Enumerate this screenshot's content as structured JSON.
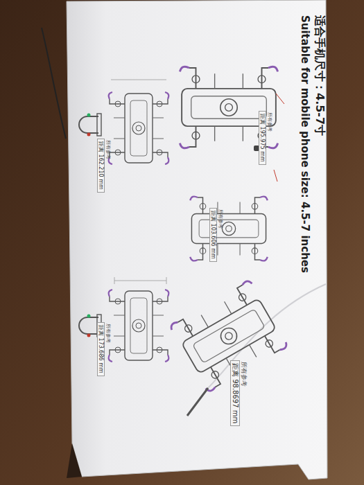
{
  "diagram": {
    "title": "适合手机尺寸：4.5-7寸",
    "labels": [
      "Suitable for mobile phone size: 4.5-7 inches",
      "所有参考",
      "距离 195.975 mm",
      "所有参考",
      "距离 162.210 mm",
      "所有参考",
      "距离 103.606 mm",
      "所有参考",
      "距离 173.686 mm",
      "所有参考",
      "距离 98.8697 mm"
    ]
  }
}
